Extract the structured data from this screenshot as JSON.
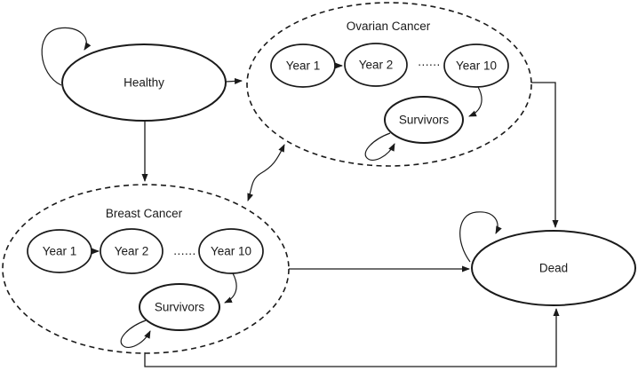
{
  "diagram": {
    "kind": "markov-state-transition",
    "background": "#ffffff",
    "line_color": "#1a1a1a",
    "nodes": {
      "healthy": {
        "label": "Healthy"
      },
      "dead": {
        "label": "Dead"
      },
      "ovarian": {
        "label": "Ovarian Cancer",
        "year1": "Year 1",
        "year2": "Year 2",
        "ellipsis": "......",
        "year10": "Year 10",
        "survivors": "Survivors"
      },
      "breast": {
        "label": "Breast Cancer",
        "year1": "Year 1",
        "year2": "Year 2",
        "ellipsis": "......",
        "year10": "Year 10",
        "survivors": "Survivors"
      }
    },
    "edges": [
      {
        "from": "healthy",
        "to": "healthy",
        "type": "self-loop"
      },
      {
        "from": "healthy",
        "to": "ovarian-cancer",
        "type": "arrow"
      },
      {
        "from": "healthy",
        "to": "breast-cancer",
        "type": "arrow"
      },
      {
        "from": "ovarian-year1",
        "to": "ovarian-year2",
        "type": "arrow"
      },
      {
        "from": "ovarian-year10",
        "to": "ovarian-survivors",
        "type": "arrow"
      },
      {
        "from": "ovarian-survivors",
        "to": "ovarian-survivors",
        "type": "self-loop"
      },
      {
        "from": "ovarian-cancer",
        "to": "dead",
        "type": "arrow"
      },
      {
        "from": "ovarian-cancer",
        "to": "breast-cancer",
        "type": "double-arrow"
      },
      {
        "from": "breast-year1",
        "to": "breast-year2",
        "type": "arrow"
      },
      {
        "from": "breast-year10",
        "to": "breast-survivors",
        "type": "arrow"
      },
      {
        "from": "breast-survivors",
        "to": "breast-survivors",
        "type": "self-loop"
      },
      {
        "from": "breast-cancer",
        "to": "dead",
        "type": "arrow"
      },
      {
        "from": "breast-cancer-bottom",
        "to": "dead",
        "type": "arrow"
      },
      {
        "from": "dead",
        "to": "dead",
        "type": "self-loop"
      }
    ]
  }
}
